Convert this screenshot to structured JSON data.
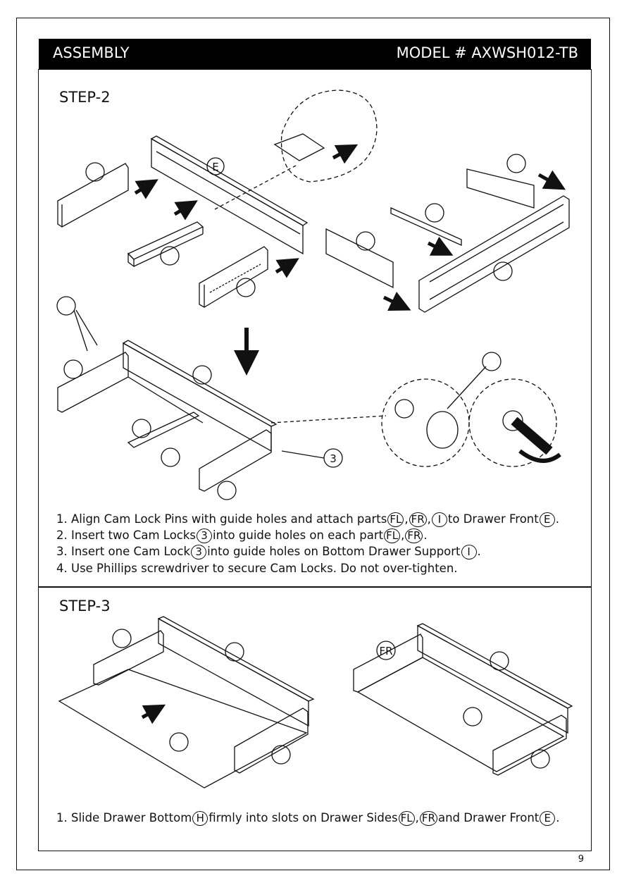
{
  "header": {
    "left": "ASSEMBLY",
    "right": "MODEL # AXWSH012-TB"
  },
  "step2": {
    "title": "STEP-2",
    "callouts": {
      "drawer_front": "E",
      "cam_lock": "3"
    },
    "instructions": [
      {
        "text": "1. Align Cam Lock Pins with guide holes and attach parts",
        "p1": "FL",
        "s1": ",",
        "p2": "FR",
        "s2": ",",
        "p3": "I",
        "mid": "to Drawer Front",
        "p4": "E",
        "end": "."
      },
      {
        "text": "2. Insert two Cam Locks",
        "p1": "3",
        "mid": "into guide holes on each part",
        "p2": "FL",
        "s1": ",",
        "p3": "FR",
        "end": "."
      },
      {
        "text": "3. Insert one Cam Lock",
        "p1": "3",
        "mid": "into guide holes on Bottom Drawer Support",
        "p2": "I",
        "end": "."
      },
      {
        "text": "4. Use Phillips screwdriver to secure Cam Locks. Do not over-tighten."
      }
    ]
  },
  "step3": {
    "title": "STEP-3",
    "callouts": {
      "side_right": "FR"
    },
    "instruction": {
      "text": "1. Slide Drawer Bottom",
      "p1": "H",
      "mid": "firmly into slots on Drawer Sides",
      "p2": "FL",
      "s1": ",",
      "p3": "FR",
      "mid2": "and Drawer Front",
      "p4": "E",
      "end": "."
    }
  },
  "page_number": "9"
}
